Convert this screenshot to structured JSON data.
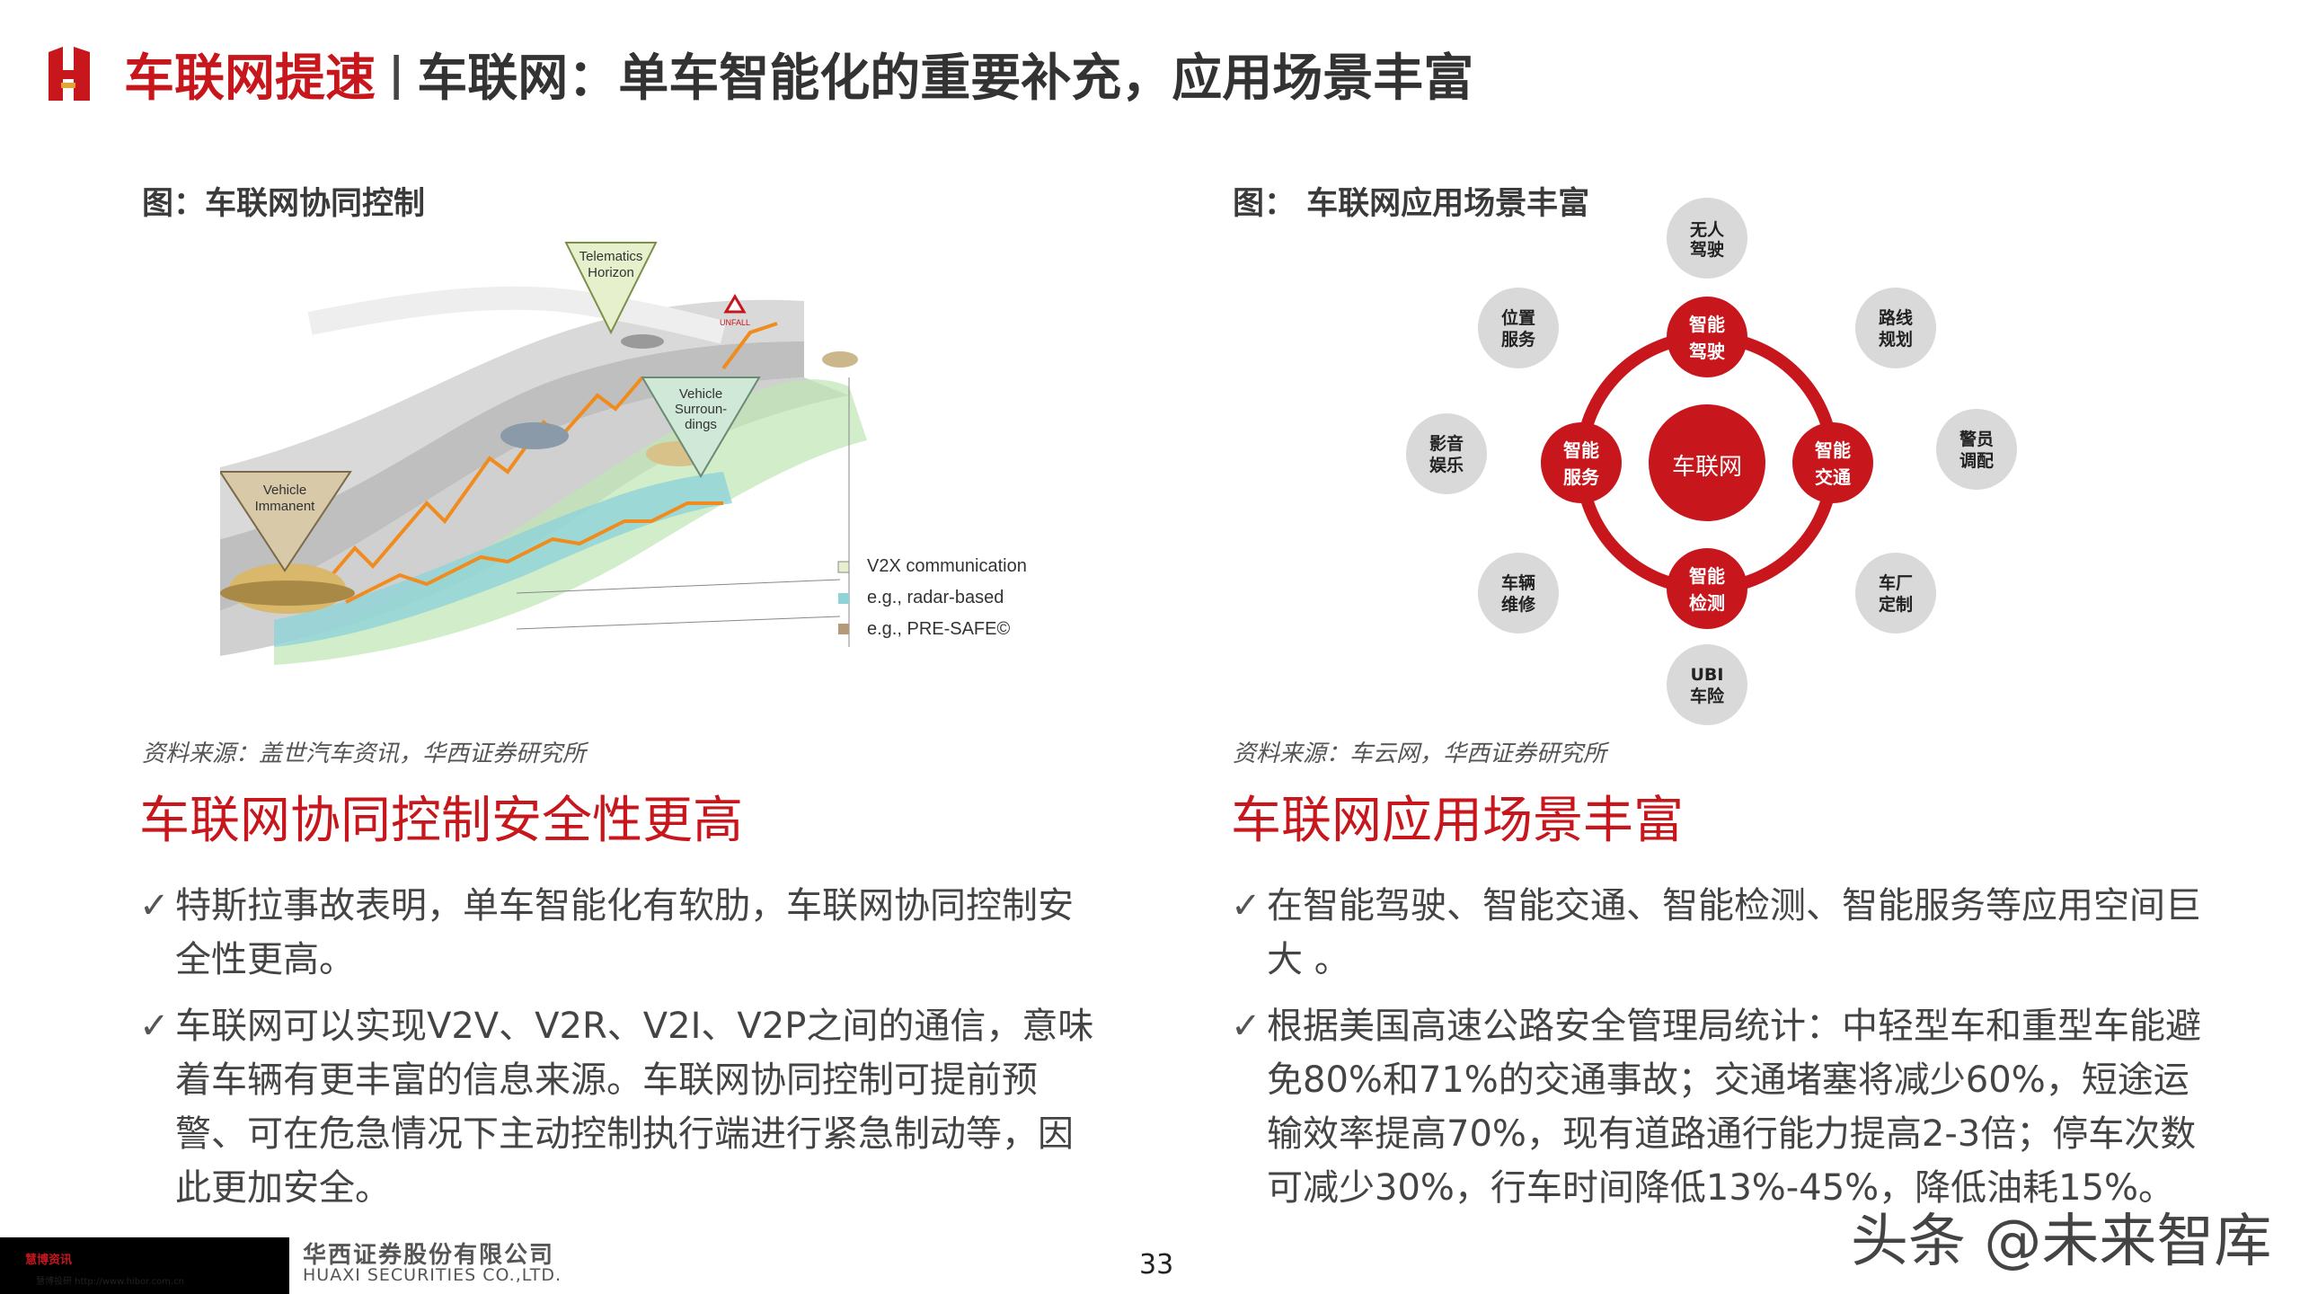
{
  "header": {
    "title_highlight": "车联网提速",
    "separator": "|",
    "title_main": "车联网：单车智能化的重要补充，应用场景丰富",
    "brand_color": "#c8161d"
  },
  "left": {
    "caption": "图：车联网协同控制",
    "figure": {
      "telematics": [
        "Telematics",
        "Horizon"
      ],
      "surroundings": [
        "Vehicle",
        "Surroun-",
        "dings"
      ],
      "immanent": [
        "Vehicle",
        "Immanent"
      ],
      "sign": "UNFALL",
      "legend": [
        "V2X communication",
        "e.g., radar-based",
        "e.g., PRE-SAFE©"
      ]
    },
    "source": "资料来源：盖世汽车资讯，华西证券研究所",
    "section_title": "车联网协同控制安全性更高",
    "bullets": [
      "特斯拉事故表明，单车智能化有软肋，车联网协同控制安全性更高。",
      "车联网可以实现V2V、V2R、V2I、V2P之间的通信，意味着车辆有更丰富的信息来源。车联网协同控制可提前预警、可在危急情况下主动控制执行端进行紧急制动等，因此更加安全。"
    ]
  },
  "right": {
    "caption": "图： 车联网应用场景丰富",
    "diagram": {
      "center": "车联网",
      "ring": [
        [
          "智能",
          "驾驶"
        ],
        [
          "智能",
          "交通"
        ],
        [
          "智能",
          "检测"
        ],
        [
          "智能",
          "服务"
        ]
      ],
      "outer": [
        [
          "无人",
          "驾驶"
        ],
        [
          "路线",
          "规划"
        ],
        [
          "警员",
          "调配"
        ],
        [
          "车厂",
          "定制"
        ],
        [
          "UBI",
          "车险"
        ],
        [
          "车辆",
          "维修"
        ],
        [
          "影音",
          "娱乐"
        ],
        [
          "位置",
          "服务"
        ]
      ]
    },
    "source": "资料来源：车云网，华西证券研究所",
    "section_title": "车联网应用场景丰富",
    "bullets": [
      "在智能驾驶、智能交通、智能检测、智能服务等应用空间巨大 。",
      "根据美国高速公路安全管理局统计：中轻型车和重型车能避免80%和71%的交通事故；交通堵塞将减少60%，短途运输效率提高70%，现有道路通行能力提高2-3倍；停车次数可减少30%，行车时间降低13%-45%，降低油耗15%。"
    ]
  },
  "footer": {
    "black_text": "慧博资讯",
    "black_subtext": "慧博投研   http://www.hibor.com.cn",
    "company_cn": "华西证券股份有限公司",
    "company_en": "HUAXI SECURITIES CO.,LTD.",
    "page": "33",
    "watermark": "头条 @未来智库"
  },
  "check_glyph": "✓"
}
